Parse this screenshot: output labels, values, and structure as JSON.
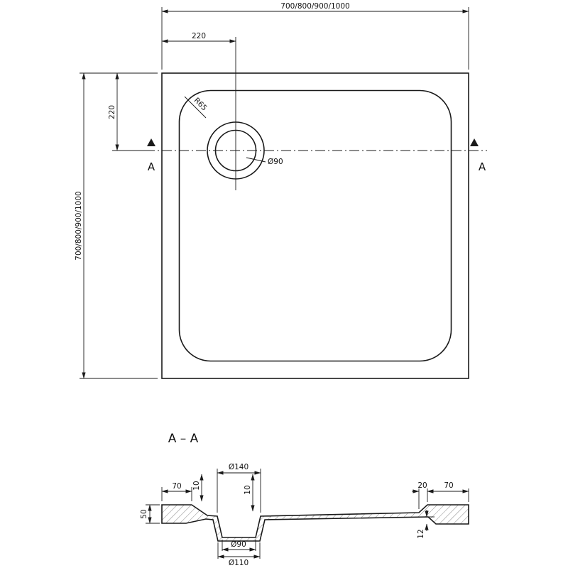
{
  "top": {
    "width_dim": "700/800/900/1000",
    "height_dim": "700/800/900/1000",
    "drain_x_dim": "220",
    "drain_y_dim": "220",
    "radius_dim": "R65",
    "drain_dia_dim": "Ø90",
    "section_a_left": "A",
    "section_a_right": "A"
  },
  "section": {
    "title": "A – A",
    "recess_dia": "Ø140",
    "rim_left": "70",
    "offset_left": "10",
    "offset_mid": "10",
    "slope_right": "20",
    "rim_right": "70",
    "height_left": "50",
    "rim_thickness": "12",
    "drain_dia": "Ø90",
    "outlet_dia": "Ø110"
  }
}
